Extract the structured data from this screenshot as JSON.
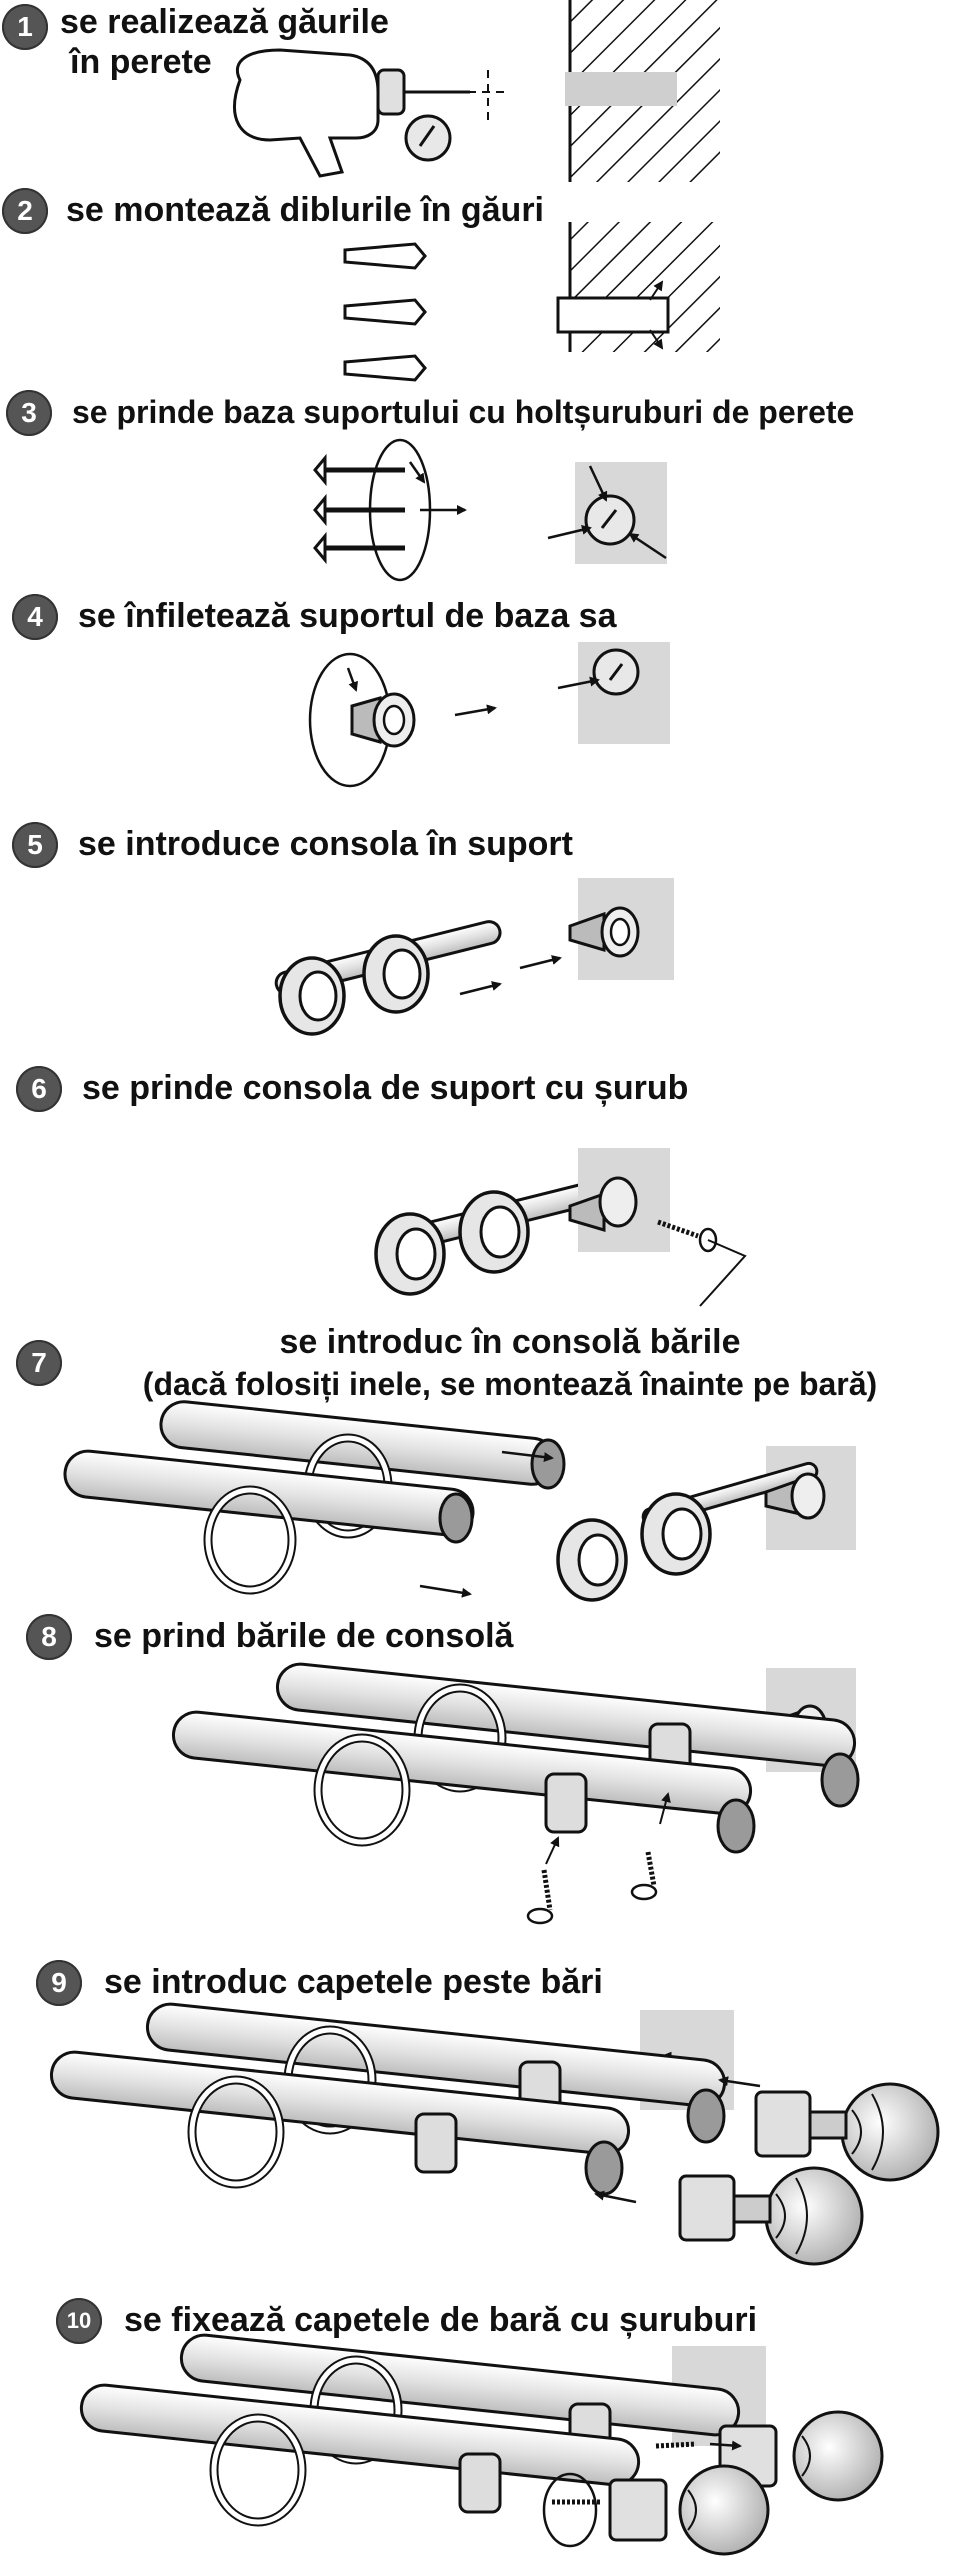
{
  "steps": [
    {
      "num": "1",
      "title": "se realizează găurile",
      "title2": "în perete"
    },
    {
      "num": "2",
      "title": "se montează diblurile în găuri"
    },
    {
      "num": "3",
      "title": "se prinde baza suportului cu holtșuruburi de perete"
    },
    {
      "num": "4",
      "title": "se înfiletează suportul de baza sa"
    },
    {
      "num": "5",
      "title": "se introduce consola în suport"
    },
    {
      "num": "6",
      "title": "se prinde consola de suport cu șurub"
    },
    {
      "num": "7",
      "title": "se introduc în consolă bările",
      "title2": "(dacă folosiți inele, se montează înainte pe bară)"
    },
    {
      "num": "8",
      "title": "se prind bările de consolă"
    },
    {
      "num": "9",
      "title": "se introduc capetele peste bări"
    },
    {
      "num": "10",
      "title": "se fixează capetele de bară cu șuruburi"
    }
  ],
  "colors": {
    "badge": "#555555",
    "wall_plate": "#d8d8d8",
    "rod": "#e6e6e6",
    "rod_end": "#9a9a9a",
    "ink": "#111111"
  }
}
